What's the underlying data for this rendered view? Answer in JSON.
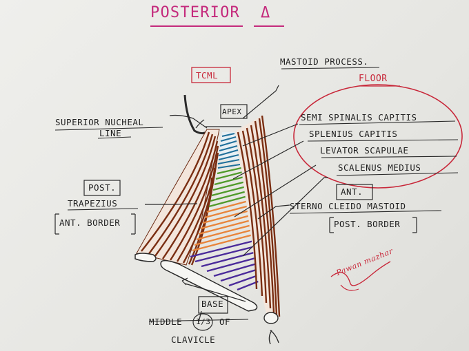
{
  "title": "POSTERIOR",
  "title_symbol": "Δ",
  "tcml": "TCML",
  "apex": "APEX",
  "mastoid": "MASTOID PROCESS.",
  "floor": {
    "heading": "FLOOR",
    "items": [
      "SEMI SPINALIS CAPITIS",
      "SPLENIUS CAPITIS",
      "LEVATOR SCAPULAE",
      "SCALENUS MEDIUS"
    ]
  },
  "superior_nuchal": [
    "SUPERIOR NUCHEAL",
    "LINE"
  ],
  "post_trapezius": [
    "POST.",
    "TRAPEZIUS",
    "ANT. BORDER"
  ],
  "ant_scm": [
    "ANT.",
    "STERNO CLEIDO MASTOID",
    "POST. BORDER"
  ],
  "base": "BASE",
  "middle": [
    "MIDDLE",
    "1/3",
    "OF",
    "CLAVICLE"
  ],
  "signature": "Pawan mazhar",
  "colors": {
    "muscle_brown": "#7a2e12",
    "semispinalis_teal": "#1f6f9a",
    "splenius_green": "#4f9a2a",
    "levator_orange": "#e8843a",
    "scalenus_purple": "#4a2a9a",
    "title_magenta": "#c42a7c",
    "label_red": "#c8283a"
  }
}
